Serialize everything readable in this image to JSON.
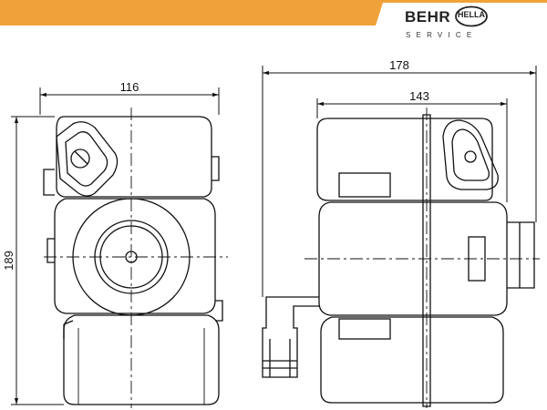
{
  "brand": {
    "primary": "BEHR",
    "secondary": "HELLA",
    "service": "SERVICE",
    "accent_color": "#f0a23a",
    "ink_color": "#222222"
  },
  "dimensions": {
    "front_width": "116",
    "front_height": "189",
    "side_overall_length": "178",
    "side_body_length": "143"
  },
  "views": [
    "front-view",
    "side-view"
  ]
}
